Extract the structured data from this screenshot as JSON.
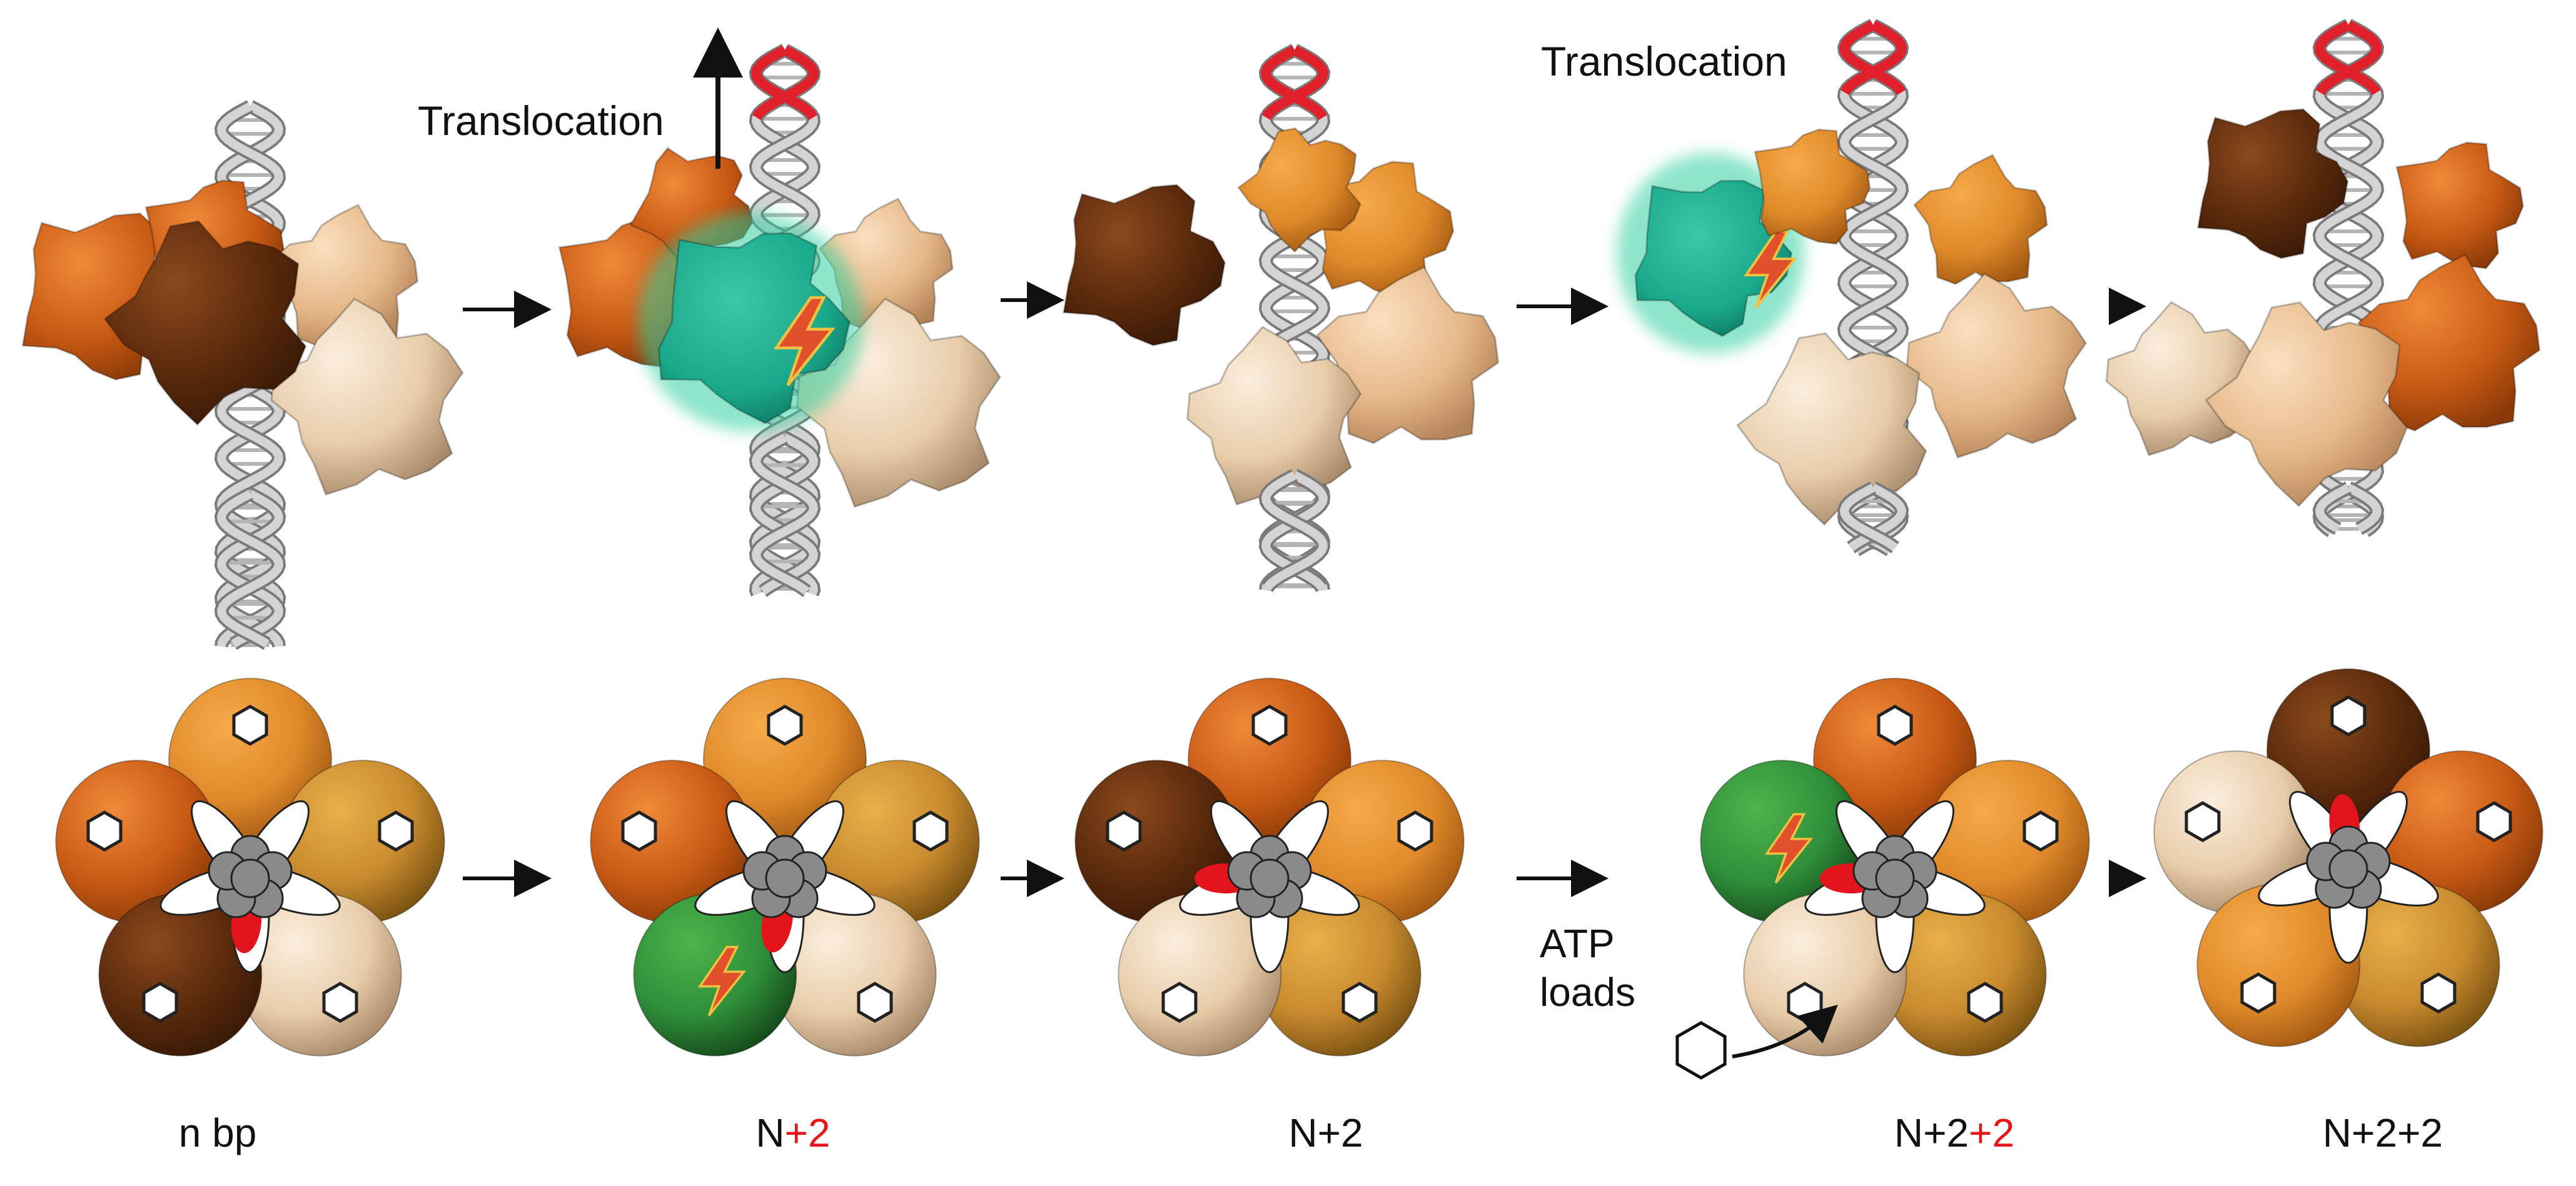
{
  "annotations": {
    "translocation_1": "Translocation",
    "translocation_2": "Translocation",
    "atp_loads_line1": "ATP",
    "atp_loads_line2": "loads"
  },
  "states": [
    {
      "base": "n bp",
      "highlight": ""
    },
    {
      "base": "N",
      "highlight": "+2"
    },
    {
      "base": "N+2",
      "highlight": ""
    },
    {
      "base": "N+2",
      "highlight": "+2"
    },
    {
      "base": "N+2+2",
      "highlight": ""
    }
  ],
  "colors": {
    "dark_brown": "#5a2a0c",
    "burnt_orange": "#c95a14",
    "orange": "#e08a2a",
    "ochre": "#c88a2e",
    "tan": "#e6b98a",
    "light_tan": "#f2d8b8",
    "active_teal": "#1aa88a",
    "active_green": "#2f8f3a",
    "dna_strand": "#a8a8a8",
    "dna_tip": "#e0202a",
    "lightning": "#e0502a",
    "red_ellipse": "#e3141c",
    "ring_grey": "#8a8a8a"
  },
  "icons": [
    "lightning-bolt-icon",
    "atp-hexagon-icon",
    "arrow-up-icon",
    "arrow-right-icon"
  ]
}
